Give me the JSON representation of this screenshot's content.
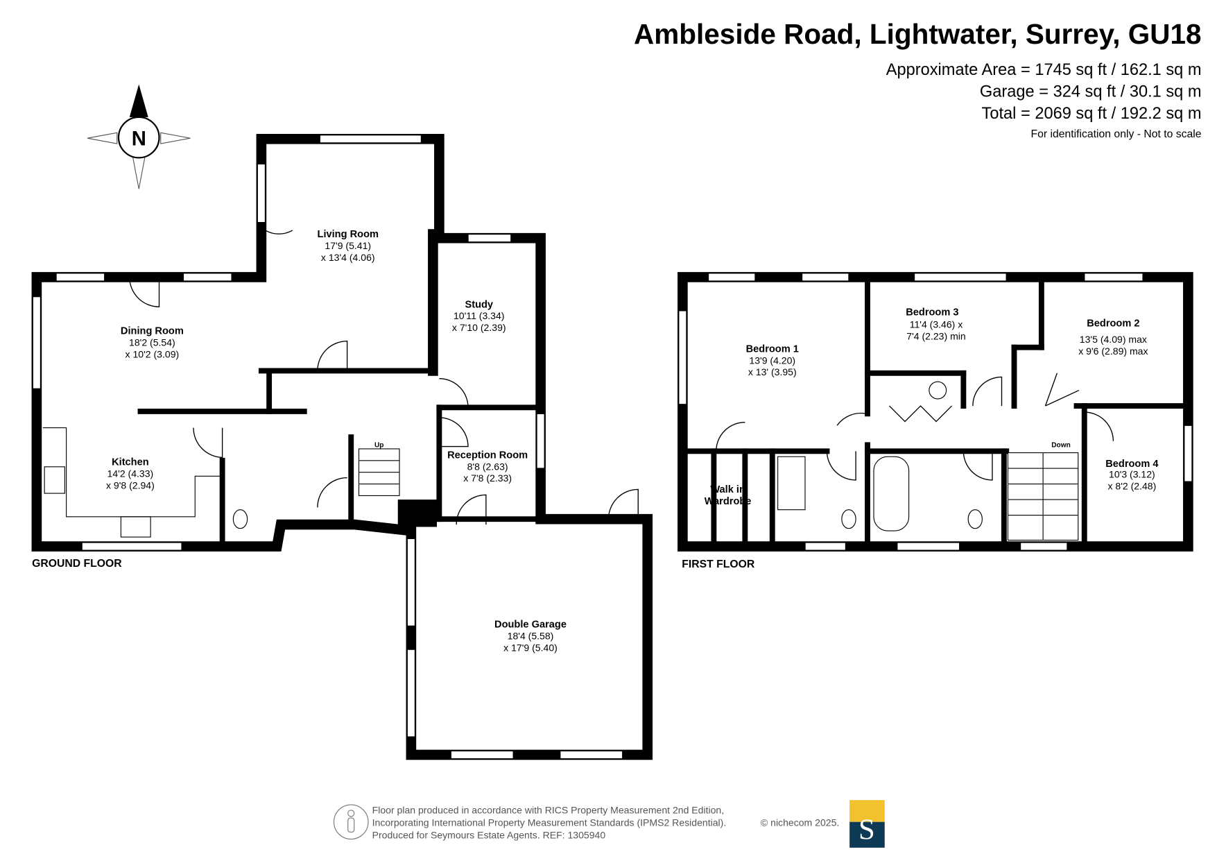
{
  "header": {
    "title": "Ambleside Road, Lightwater, Surrey, GU18",
    "approx_area": "Approximate Area = 1745 sq ft / 162.1 sq m",
    "garage_area": "Garage = 324 sq ft / 30.1 sq m",
    "total_area": "Total = 2069 sq ft / 192.2 sq m",
    "note": "For identification only - Not to scale"
  },
  "compass": {
    "label": "N"
  },
  "ground_floor": {
    "label": "GROUND FLOOR",
    "rooms": [
      {
        "name": "Living Room",
        "dim1": "17'9 (5.41)",
        "dim2": "x 13'4 (4.06)"
      },
      {
        "name": "Dining Room",
        "dim1": "18'2 (5.54)",
        "dim2": "x 10'2 (3.09)"
      },
      {
        "name": "Study",
        "dim1": "10'11 (3.34)",
        "dim2": "x 7'10 (2.39)"
      },
      {
        "name": "Kitchen",
        "dim1": "14'2 (4.33)",
        "dim2": "x 9'8 (2.94)"
      },
      {
        "name": "Reception Room",
        "dim1": "8'8 (2.63)",
        "dim2": "x 7'8 (2.33)"
      },
      {
        "name": "Double Garage",
        "dim1": "18'4 (5.58)",
        "dim2": "x 17'9 (5.40)"
      }
    ],
    "stairs_label": "Up"
  },
  "first_floor": {
    "label": "FIRST FLOOR",
    "rooms": [
      {
        "name": "Bedroom 1",
        "dim1": "13'9 (4.20)",
        "dim2": "x 13' (3.95)"
      },
      {
        "name": "Bedroom 3",
        "dim1": "11'4 (3.46) x",
        "dim2": "7'4 (2.23) min"
      },
      {
        "name": "Bedroom 2",
        "dim1": "13'5 (4.09) max",
        "dim2": "x 9'6 (2.89) max"
      },
      {
        "name": "Bedroom 4",
        "dim1": "10'3 (3.12)",
        "dim2": "x 8'2 (2.48)"
      },
      {
        "name": "Walk in",
        "dim1": "Wardrobe",
        "dim2": ""
      }
    ],
    "stairs_label": "Down"
  },
  "footer": {
    "line1": "Floor plan produced in accordance with RICS Property Measurement 2nd Edition,",
    "line2": "Incorporating International Property Measurement Standards (IPMS2 Residential).",
    "copyright": "© nichecom 2025.",
    "line3": "Produced for Seymours Estate Agents.   REF: 1305940",
    "logo_letter": "S",
    "logo_colors": {
      "top": "#f2c12e",
      "bottom": "#0e3a55"
    }
  }
}
